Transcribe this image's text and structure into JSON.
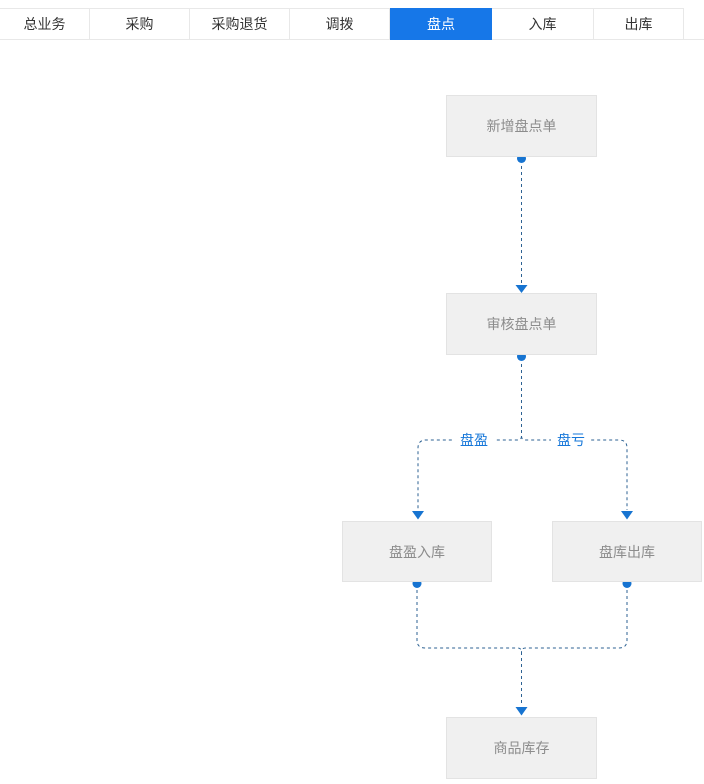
{
  "tabs": {
    "items": [
      {
        "label": "总业务",
        "active": false
      },
      {
        "label": "采购",
        "active": false
      },
      {
        "label": "采购退货",
        "active": false
      },
      {
        "label": "调拨",
        "active": false
      },
      {
        "label": "盘点",
        "active": true
      },
      {
        "label": "入库",
        "active": false
      },
      {
        "label": "出库",
        "active": false
      }
    ]
  },
  "flow": {
    "nodes": [
      {
        "id": "new-stocktake",
        "label": "新增盘点单"
      },
      {
        "id": "audit-stocktake",
        "label": "审核盘点单"
      },
      {
        "id": "surplus-inbound",
        "label": "盘盈入库"
      },
      {
        "id": "loss-outbound",
        "label": "盘库出库"
      },
      {
        "id": "goods-stock",
        "label": "商品库存"
      }
    ],
    "branch_labels": {
      "left": "盘盈",
      "right": "盘亏"
    }
  },
  "colors": {
    "active_tab_background": "#1677e8",
    "active_tab_text": "#ffffff",
    "connector_line": "#2d6293",
    "connector_marker": "#1774d1",
    "branch_label_text": "#1677d9",
    "node_background": "#f0f0f0",
    "node_text": "#8c8c8c"
  }
}
